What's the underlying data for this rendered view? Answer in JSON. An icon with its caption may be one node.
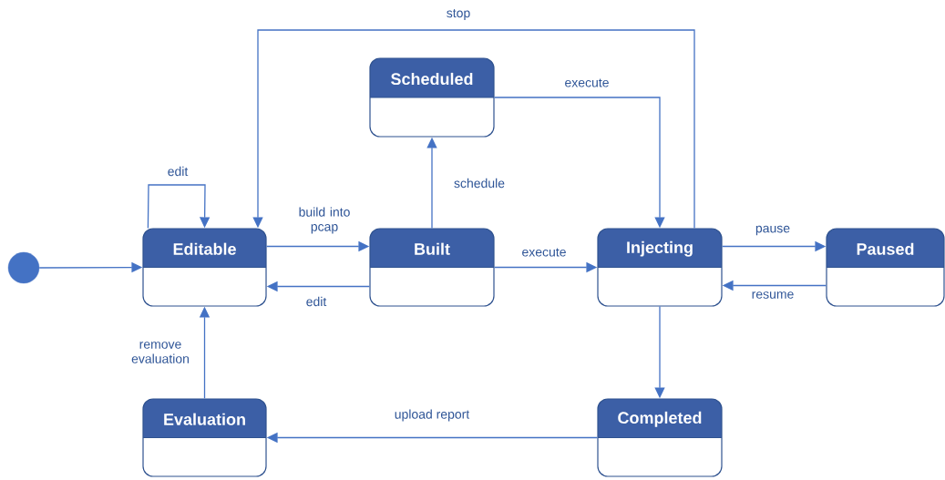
{
  "diagram": {
    "nodes": [
      {
        "text": [],
        "shape": "circle"
      },
      {
        "text": [
          "Editable"
        ]
      },
      {
        "text": [
          "Scheduled"
        ]
      },
      {
        "text": [
          "Built"
        ]
      },
      {
        "text": [
          "Injecting"
        ]
      },
      {
        "text": [
          "Paused"
        ]
      },
      {
        "text": [
          "Evaluation"
        ]
      },
      {
        "text": [
          "Completed"
        ]
      }
    ],
    "edges": [
      {
        "from": 0,
        "to": 1,
        "arrow": "to"
      },
      {
        "from": 1,
        "to": 1,
        "arrow": "to",
        "label": "edit"
      },
      {
        "from": 1,
        "to": 3,
        "arrow": "to",
        "label": "build into pcap"
      },
      {
        "from": 3,
        "to": 1,
        "arrow": "to",
        "label": "edit"
      },
      {
        "from": 3,
        "to": 2,
        "arrow": "to",
        "label": "schedule"
      },
      {
        "from": 2,
        "to": 4,
        "arrow": "to",
        "label": "execute"
      },
      {
        "from": 3,
        "to": 4,
        "arrow": "to",
        "label": "execute"
      },
      {
        "from": 4,
        "to": 1,
        "arrow": "to",
        "label": "stop"
      },
      {
        "from": 4,
        "to": 5,
        "arrow": "to",
        "label": "pause"
      },
      {
        "from": 5,
        "to": 4,
        "arrow": "to",
        "label": "resume"
      },
      {
        "from": 4,
        "to": 7,
        "arrow": "to"
      },
      {
        "from": 7,
        "to": 6,
        "arrow": "to",
        "label": "upload report"
      },
      {
        "from": 6,
        "to": 1,
        "arrow": "to",
        "label": "remove evaluation"
      }
    ]
  }
}
